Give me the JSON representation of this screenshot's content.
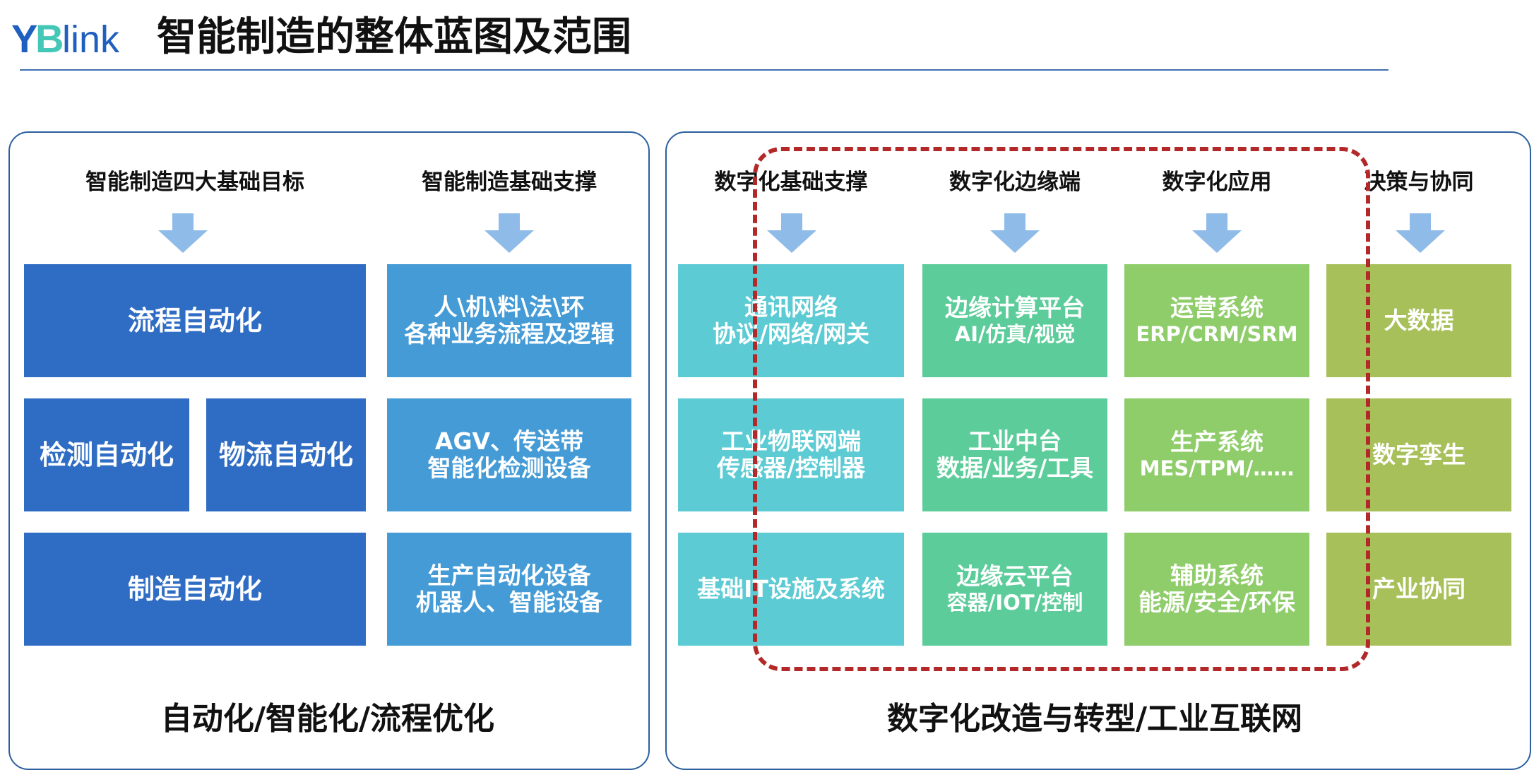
{
  "header": {
    "logo_text": "YBlink",
    "title": "智能制造的整体蓝图及范围"
  },
  "left_panel": {
    "col1_heading": "智能制造四大基础目标",
    "col2_heading": "智能制造基础支撑",
    "boxes": {
      "process_automation": "流程自动化",
      "inspection_automation": "检测自动化",
      "logistics_automation": "物流自动化",
      "manufacturing_automation": "制造自动化",
      "support_1": [
        "人\\机\\料\\法\\环",
        "各种业务流程及逻辑"
      ],
      "support_2": [
        "AGV、传送带",
        "智能化检测设备"
      ],
      "support_3": [
        "生产自动化设备",
        "机器人、智能设备"
      ]
    },
    "caption": "自动化/智能化/流程优化"
  },
  "right_panel": {
    "headings": [
      "数字化基础支撑",
      "数字化边缘端",
      "数字化应用",
      "决策与协同"
    ],
    "col1": [
      [
        "通讯网络",
        "协议/网络/网关"
      ],
      [
        "工业物联网端",
        "传感器/控制器"
      ],
      [
        "基础IT设施及系统"
      ]
    ],
    "col2": [
      [
        "边缘计算平台",
        "AI/仿真/视觉"
      ],
      [
        "工业中台",
        "数据/业务/工具"
      ],
      [
        "边缘云平台",
        "容器/IOT/控制"
      ]
    ],
    "col3": [
      [
        "运营系统",
        "ERP/CRM/SRM"
      ],
      [
        "生产系统",
        "MES/TPM/……"
      ],
      [
        "辅助系统",
        "能源/安全/环保"
      ]
    ],
    "col4": [
      "大数据",
      "数字孪生",
      "产业协同"
    ],
    "caption": "数字化改造与转型/工业互联网"
  },
  "colors": {
    "dark_blue": "#2f6dc4",
    "mid_blue": "#459bd6",
    "cyan": "#5ccbd3",
    "teal_green": "#5dcc9b",
    "light_green": "#8fcc6a",
    "olive_green": "#a8c05a",
    "arrow": "#8fbbe9",
    "dashed_frame": "#b3292a",
    "border": "#2c5f9e"
  },
  "icons": {
    "down_arrow": "down-arrow-icon"
  }
}
